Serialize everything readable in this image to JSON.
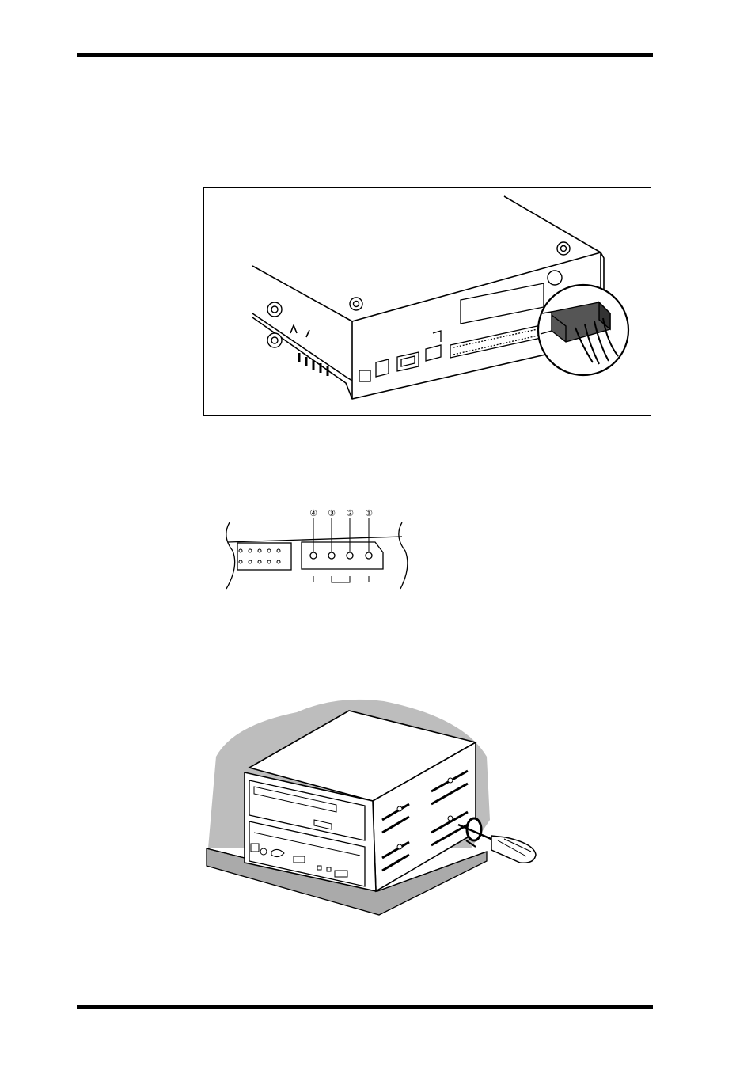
{
  "document": {
    "type": "manual-page-illustrations",
    "figures": [
      {
        "id": "drive-rear-power-connector",
        "label_texts": []
      },
      {
        "id": "power-connector-pinout",
        "pin_labels": [
          "④",
          "③",
          "②",
          "①"
        ]
      },
      {
        "id": "drive-bay-screw-install",
        "label_texts": []
      }
    ]
  }
}
